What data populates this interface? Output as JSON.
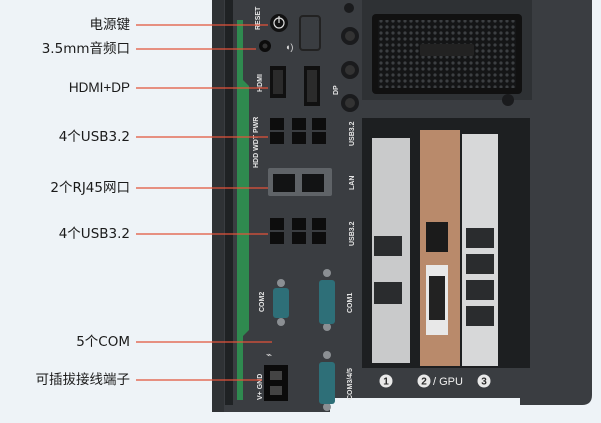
{
  "callouts": [
    {
      "text": "电源键"
    },
    {
      "text": "3.5mm音频口"
    },
    {
      "text": "HDMI+DP"
    },
    {
      "text": "4个USB3.2"
    },
    {
      "text": "2个RJ45网口"
    },
    {
      "text": "4个USB3.2"
    },
    {
      "text": "5个COM"
    },
    {
      "text": "可插拔接线端子"
    }
  ],
  "panel_labels": {
    "hdmi": "HDMI",
    "dp": "DP",
    "usb_top": "USB3.2",
    "lan": "LAN",
    "usb_bottom": "USB3.2",
    "com2": "COM2",
    "com1": "COM1",
    "com345": "COM3/4/5",
    "terminal": "V+ GND",
    "leds": "HDD WDT PWR",
    "reset": "RESET"
  },
  "slots": {
    "slot1": "1",
    "slot2": "2",
    "slot2_caption": "/ GPU",
    "slot3": "3"
  },
  "colors": {
    "chassis": "#3b3e42",
    "accent_green": "#2f8a4f",
    "callout_line": "#e2533a",
    "teal_port": "#2e6f78"
  }
}
